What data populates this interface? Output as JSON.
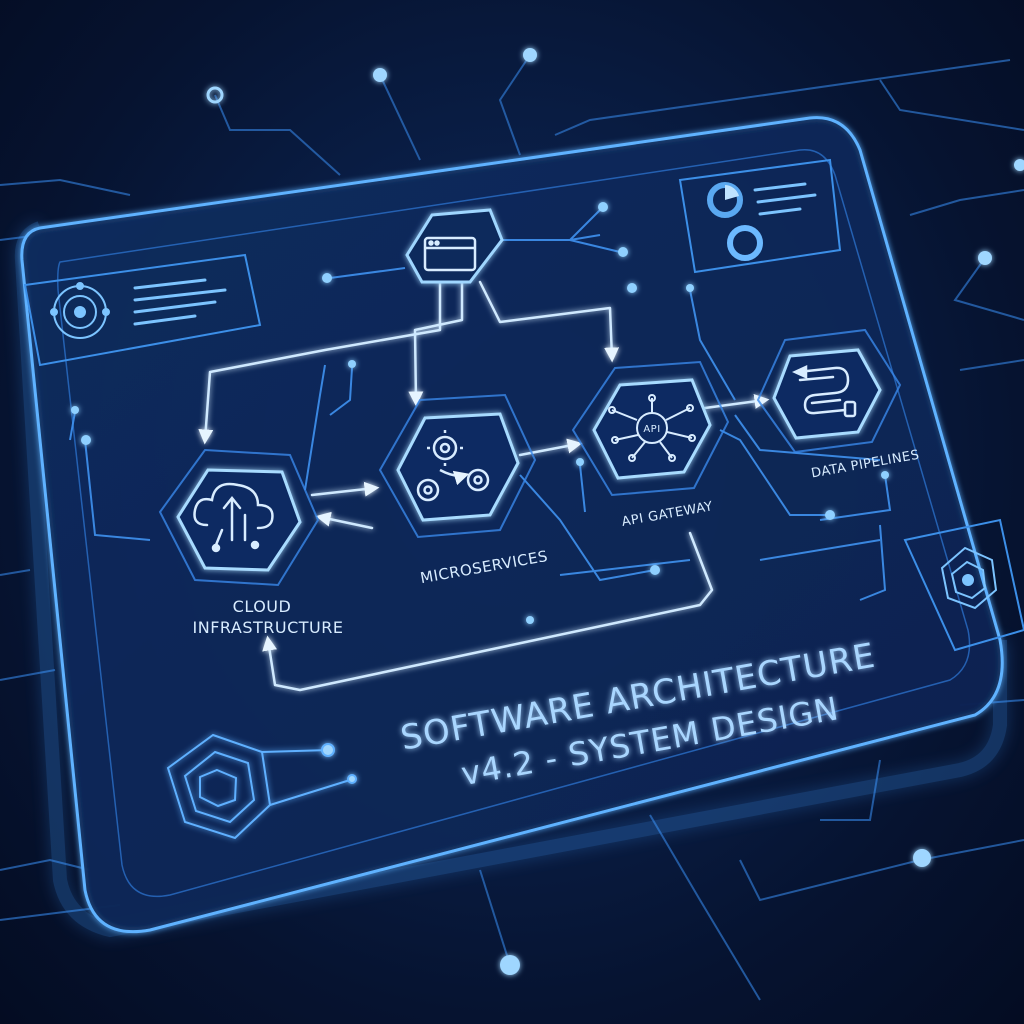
{
  "nodes": {
    "cloud": {
      "line1": "CLOUD",
      "line2": "INFRASTRUCTURE",
      "icon": "cloud-upload-icon"
    },
    "microservices": {
      "label": "MICROSERVICES",
      "icon": "gears-icon"
    },
    "api": {
      "label": "API GATEWAY",
      "badge": "API",
      "icon": "api-hub-icon"
    },
    "pipelines": {
      "label": "DATA PIPELINES",
      "icon": "pipeline-icon"
    },
    "browser": {
      "icon": "browser-window-icon"
    }
  },
  "title": {
    "line1": "SOFTWARE ARCHITECTURE",
    "line2": "v4.2 - SYSTEM DESIGN"
  },
  "colors": {
    "background": "#07142d",
    "accent": "#4da8ff",
    "glow": "#8fd0ff",
    "text": "#d8ecff"
  }
}
